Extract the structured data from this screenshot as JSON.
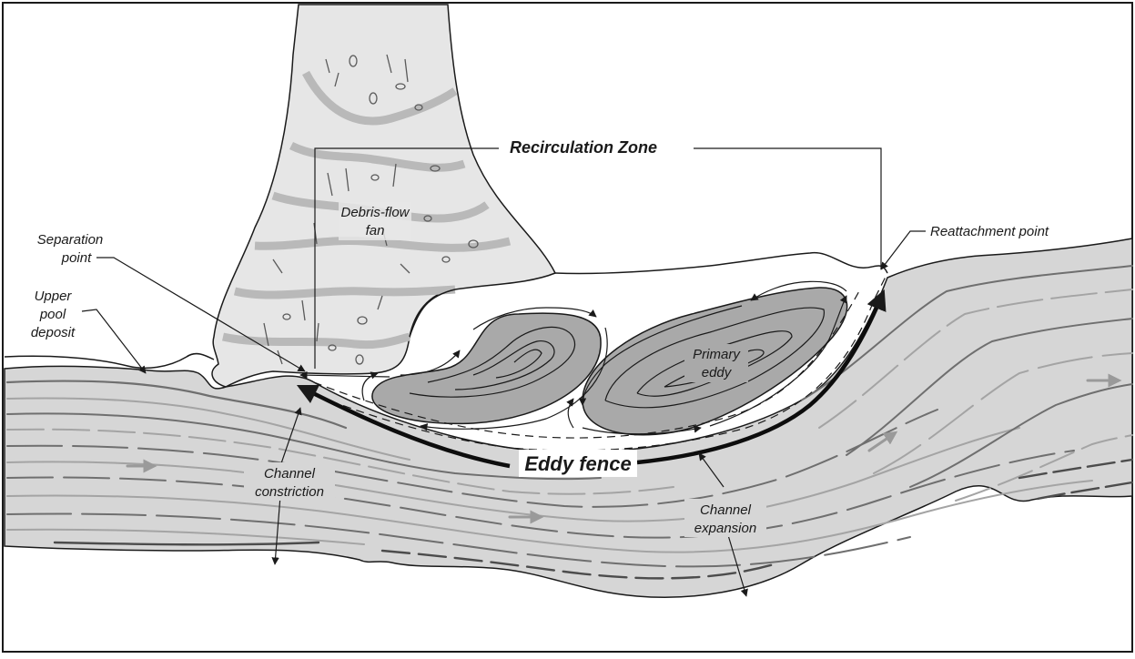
{
  "labels": {
    "recirculation_zone": "Recirculation Zone",
    "debris_flow_fan": [
      "Debris-flow",
      "fan"
    ],
    "separation_point": [
      "Separation",
      "point"
    ],
    "upper_pool_deposit": [
      "Upper",
      "pool",
      "deposit"
    ],
    "reattachment_point": "Reattachment point",
    "primary_eddy": [
      "Primary",
      "eddy"
    ],
    "eddy_fence": "Eddy fence",
    "channel_constriction": [
      "Channel",
      "constriction"
    ],
    "channel_expansion": [
      "Channel",
      "expansion"
    ]
  },
  "colors": {
    "river": "#d6d6d6",
    "flow_line_dark": "#6f6f6f",
    "flow_line_light": "#a4a4a4",
    "fan_fill": "#e6e6e6",
    "fan_band": "#b9b9b9",
    "eddy_fill": "#a9a9a9",
    "ink": "#1a1a1a"
  }
}
